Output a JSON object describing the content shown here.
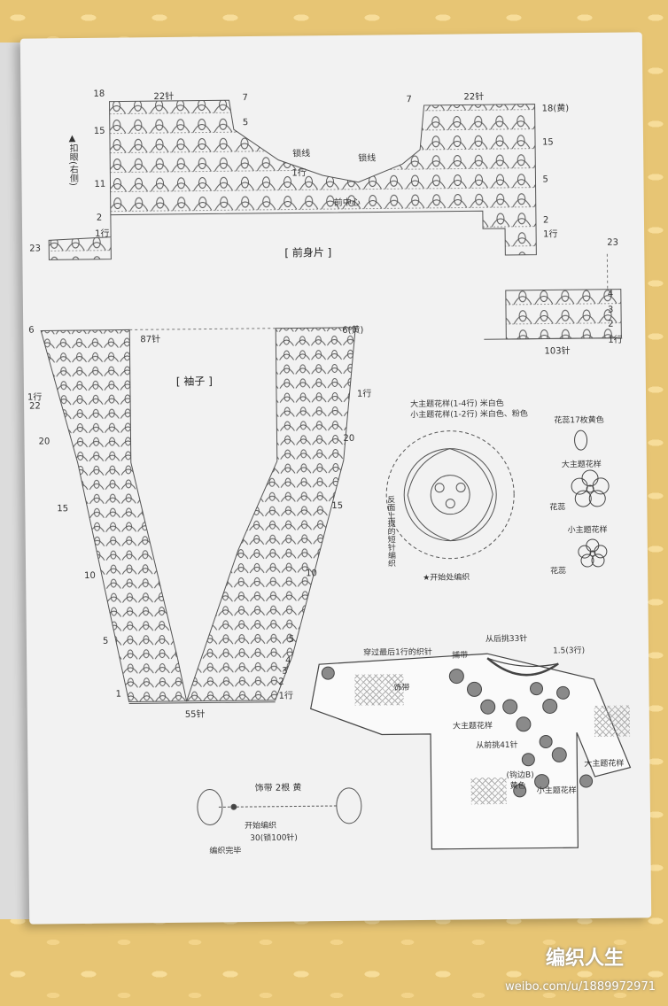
{
  "front_panel": {
    "title": "[ 前身片 ]",
    "top_left_width": "22针",
    "top_right_width": "22针",
    "neck_line": "锁线",
    "neck_line_right": "锁线",
    "center": "前中心",
    "side_note": "▲扣眼(右侧)",
    "row_marks_left": [
      "18",
      "15",
      "11",
      "2",
      "23",
      "1行"
    ],
    "row_marks_right": [
      "7",
      "18(黄)",
      "15",
      "5",
      "2",
      "1行",
      "23",
      "4",
      "3",
      "2",
      "1行"
    ],
    "bottom_width": "103针",
    "mark_7": "7",
    "mark_5": "5",
    "mark_1row": "1行"
  },
  "sleeve": {
    "title": "[ 袖子 ]",
    "top_width": "87针",
    "bottom_width": "55针",
    "left_marks": [
      "6",
      "1行",
      "22",
      "20",
      "15",
      "10",
      "5",
      "1"
    ],
    "right_marks": [
      "6(黄)",
      "1行",
      "20",
      "15",
      "10",
      "5",
      "4",
      "3",
      "2",
      "1行"
    ]
  },
  "flower": {
    "legend_big": "大主题花样(1-4行) 米白色",
    "legend_small": "小主题花样(1-2行) 米白色、粉色",
    "side_note": "反面上提的短针编织",
    "start": "★开始处编织",
    "bud_label": "花蕊17枚黄色",
    "big_motif": "大主题花样",
    "center_label": "花蕊",
    "small_motif": "小主题花样",
    "center_label2": "花蕊"
  },
  "garment": {
    "through_last_row": "穿过最后1行的织针",
    "ribbon": "饰带",
    "mesh_border": "捕带",
    "back_pick": "从后挑33针",
    "measure": "1.5(3行)",
    "big_motif_left": "大主题花样",
    "front_pick": "从前挑41针",
    "edge": "(钩边B)",
    "edge_color": "黄色",
    "small_motif": "小主题花样",
    "big_motif_right": "大主题花样"
  },
  "tie": {
    "title": "饰带 2根 黄",
    "start": "开始编织",
    "count": "30(锁100针)",
    "end": "编织完毕"
  },
  "watermark": {
    "logo": "编织人生",
    "url": "weibo.com/u/1889972971"
  }
}
